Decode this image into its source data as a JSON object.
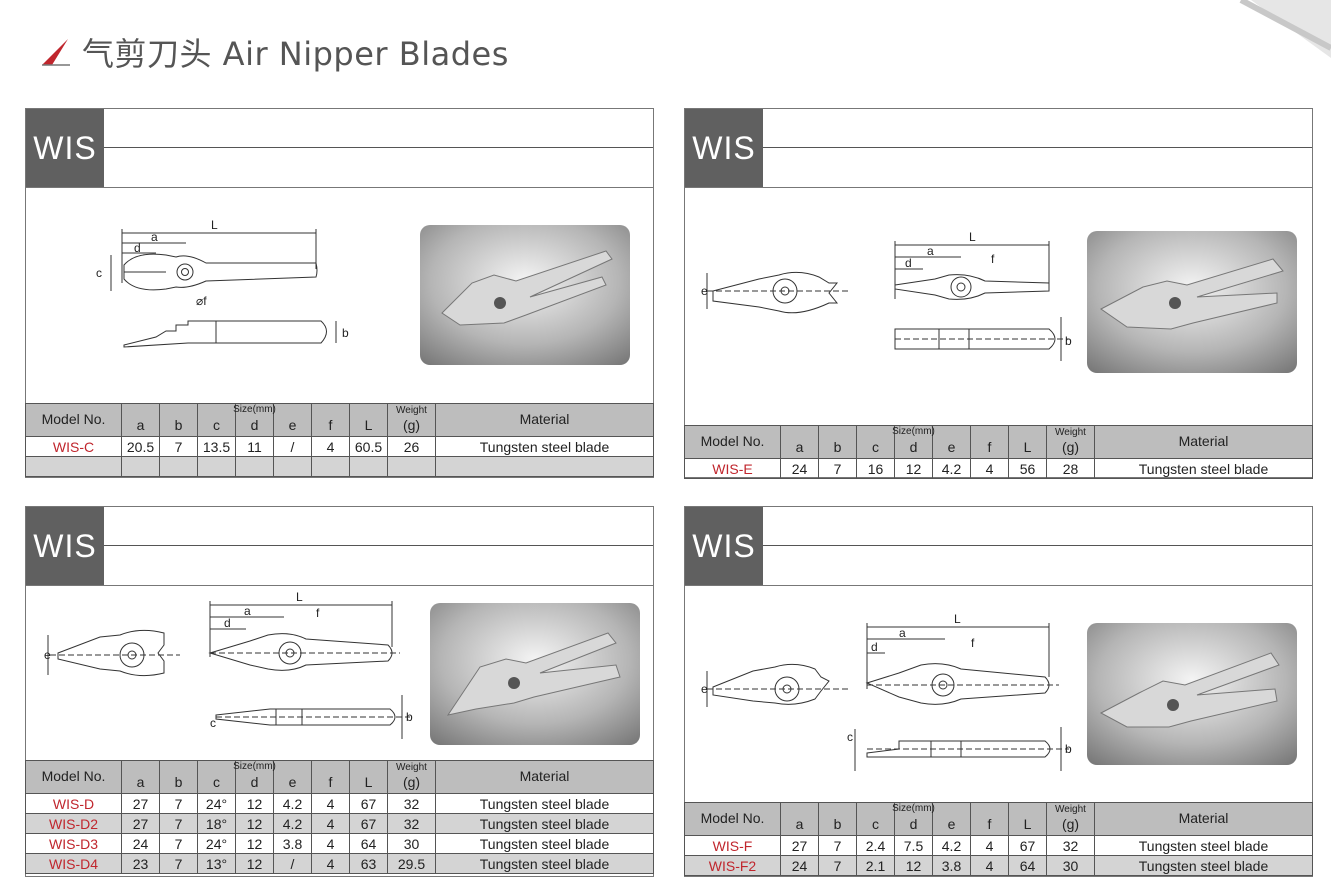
{
  "page": {
    "title": "气剪刀头 Air Nipper Blades",
    "accent_color": "#c0262d",
    "icon": "triangle-corner-icon"
  },
  "table_headers": {
    "model": "Model No.",
    "size_group": "Size(mm)",
    "a": "a",
    "b": "b",
    "c": "c",
    "d": "d",
    "e": "e",
    "f": "f",
    "L": "L",
    "weight_group": "Weight",
    "weight": "(g)",
    "material": "Material"
  },
  "panels": [
    {
      "badge": "WIS",
      "drawing_labels": {
        "L": "L",
        "a": "a",
        "d": "d",
        "c": "c",
        "f": "⌀f",
        "b": "b"
      },
      "rows": [
        {
          "model": "WIS-C",
          "a": "20.5",
          "b": "7",
          "c": "13.5",
          "d": "11",
          "e": "/",
          "f": "4",
          "L": "60.5",
          "g": "26",
          "material": "Tungsten steel blade"
        }
      ]
    },
    {
      "badge": "WIS",
      "drawing_labels": {
        "L": "L",
        "a": "a",
        "d": "d",
        "e": "e",
        "f": "f",
        "b": "b"
      },
      "rows": [
        {
          "model": "WIS-E",
          "a": "24",
          "b": "7",
          "c": "16",
          "d": "12",
          "e": "4.2",
          "f": "4",
          "L": "56",
          "g": "28",
          "material": "Tungsten steel blade"
        }
      ]
    },
    {
      "badge": "WIS",
      "drawing_labels": {
        "L": "L",
        "a": "a",
        "d": "d",
        "e": "e",
        "f": "f",
        "b": "b",
        "c": "c"
      },
      "rows": [
        {
          "model": "WIS-D",
          "a": "27",
          "b": "7",
          "c": "24°",
          "d": "12",
          "e": "4.2",
          "f": "4",
          "L": "67",
          "g": "32",
          "material": "Tungsten steel blade"
        },
        {
          "model": "WIS-D2",
          "a": "27",
          "b": "7",
          "c": "18°",
          "d": "12",
          "e": "4.2",
          "f": "4",
          "L": "67",
          "g": "32",
          "material": "Tungsten steel blade"
        },
        {
          "model": "WIS-D3",
          "a": "24",
          "b": "7",
          "c": "24°",
          "d": "12",
          "e": "3.8",
          "f": "4",
          "L": "64",
          "g": "30",
          "material": "Tungsten steel blade"
        },
        {
          "model": "WIS-D4",
          "a": "23",
          "b": "7",
          "c": "13°",
          "d": "12",
          "e": "/",
          "f": "4",
          "L": "63",
          "g": "29.5",
          "material": "Tungsten steel blade"
        }
      ]
    },
    {
      "badge": "WIS",
      "drawing_labels": {
        "L": "L",
        "a": "a",
        "d": "d",
        "e": "e",
        "f": "f",
        "b": "b",
        "c": "c"
      },
      "rows": [
        {
          "model": "WIS-F",
          "a": "27",
          "b": "7",
          "c": "2.4",
          "d": "7.5",
          "e": "4.2",
          "f": "4",
          "L": "67",
          "g": "32",
          "material": "Tungsten steel blade"
        },
        {
          "model": "WIS-F2",
          "a": "24",
          "b": "7",
          "c": "2.1",
          "d": "12",
          "e": "3.8",
          "f": "4",
          "L": "64",
          "g": "30",
          "material": "Tungsten steel blade"
        }
      ]
    }
  ]
}
